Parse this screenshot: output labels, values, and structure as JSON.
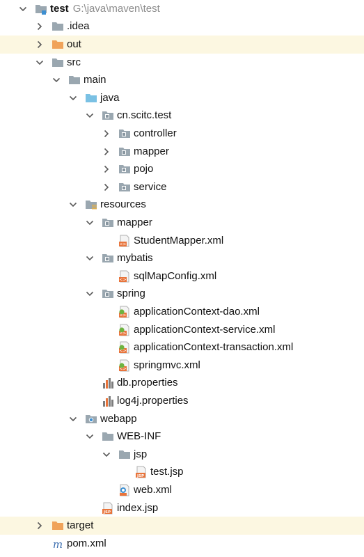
{
  "colors": {
    "folder": "#9aa7b0",
    "excluded_folder": "#f0a35a",
    "source_folder": "#7ac1e4",
    "excluded_bg": "#fcf7e1",
    "arrow": "#5a5a5a",
    "path_hint": "#8c8c8c"
  },
  "tree": [
    {
      "depth": 0,
      "arrow": "expanded",
      "icon": "module-folder-icon",
      "label": "test",
      "hint": "G:\\java\\maven\\test",
      "bold": true
    },
    {
      "depth": 1,
      "arrow": "collapsed",
      "icon": "folder-icon",
      "label": ".idea"
    },
    {
      "depth": 1,
      "arrow": "collapsed",
      "icon": "excluded-folder-icon",
      "label": "out",
      "excluded": true
    },
    {
      "depth": 1,
      "arrow": "expanded",
      "icon": "folder-icon",
      "label": "src"
    },
    {
      "depth": 2,
      "arrow": "expanded",
      "icon": "folder-icon",
      "label": "main"
    },
    {
      "depth": 3,
      "arrow": "expanded",
      "icon": "source-folder-icon",
      "label": "java"
    },
    {
      "depth": 4,
      "arrow": "expanded",
      "icon": "package-icon",
      "label": "cn.scitc.test"
    },
    {
      "depth": 5,
      "arrow": "collapsed",
      "icon": "package-icon",
      "label": "controller"
    },
    {
      "depth": 5,
      "arrow": "collapsed",
      "icon": "package-icon",
      "label": "mapper"
    },
    {
      "depth": 5,
      "arrow": "collapsed",
      "icon": "package-icon",
      "label": "pojo"
    },
    {
      "depth": 5,
      "arrow": "collapsed",
      "icon": "package-icon",
      "label": "service"
    },
    {
      "depth": 3,
      "arrow": "expanded",
      "icon": "resources-folder-icon",
      "label": "resources"
    },
    {
      "depth": 4,
      "arrow": "expanded",
      "icon": "package-icon",
      "label": "mapper"
    },
    {
      "depth": 5,
      "arrow": "none",
      "icon": "xml-file-icon",
      "label": "StudentMapper.xml"
    },
    {
      "depth": 4,
      "arrow": "expanded",
      "icon": "package-icon",
      "label": "mybatis"
    },
    {
      "depth": 5,
      "arrow": "none",
      "icon": "xml-file-icon",
      "label": "sqlMapConfig.xml"
    },
    {
      "depth": 4,
      "arrow": "expanded",
      "icon": "package-icon",
      "label": "spring"
    },
    {
      "depth": 5,
      "arrow": "none",
      "icon": "spring-xml-icon",
      "label": "applicationContext-dao.xml"
    },
    {
      "depth": 5,
      "arrow": "none",
      "icon": "spring-xml-icon",
      "label": "applicationContext-service.xml"
    },
    {
      "depth": 5,
      "arrow": "none",
      "icon": "spring-xml-icon",
      "label": "applicationContext-transaction.xml"
    },
    {
      "depth": 5,
      "arrow": "none",
      "icon": "spring-xml-icon",
      "label": "springmvc.xml"
    },
    {
      "depth": 4,
      "arrow": "none",
      "icon": "properties-file-icon",
      "label": "db.properties"
    },
    {
      "depth": 4,
      "arrow": "none",
      "icon": "properties-file-icon",
      "label": "log4j.properties"
    },
    {
      "depth": 3,
      "arrow": "expanded",
      "icon": "web-folder-icon",
      "label": "webapp"
    },
    {
      "depth": 4,
      "arrow": "expanded",
      "icon": "folder-icon",
      "label": "WEB-INF"
    },
    {
      "depth": 5,
      "arrow": "expanded",
      "icon": "folder-icon",
      "label": "jsp"
    },
    {
      "depth": 6,
      "arrow": "none",
      "icon": "jsp-file-icon",
      "label": "test.jsp"
    },
    {
      "depth": 5,
      "arrow": "none",
      "icon": "web-xml-icon",
      "label": "web.xml"
    },
    {
      "depth": 4,
      "arrow": "none",
      "icon": "jsp-file-icon",
      "label": "index.jsp"
    },
    {
      "depth": 1,
      "arrow": "collapsed",
      "icon": "excluded-folder-icon",
      "label": "target",
      "excluded": true
    },
    {
      "depth": 1,
      "arrow": "none",
      "icon": "maven-file-icon",
      "label": "pom.xml"
    }
  ]
}
